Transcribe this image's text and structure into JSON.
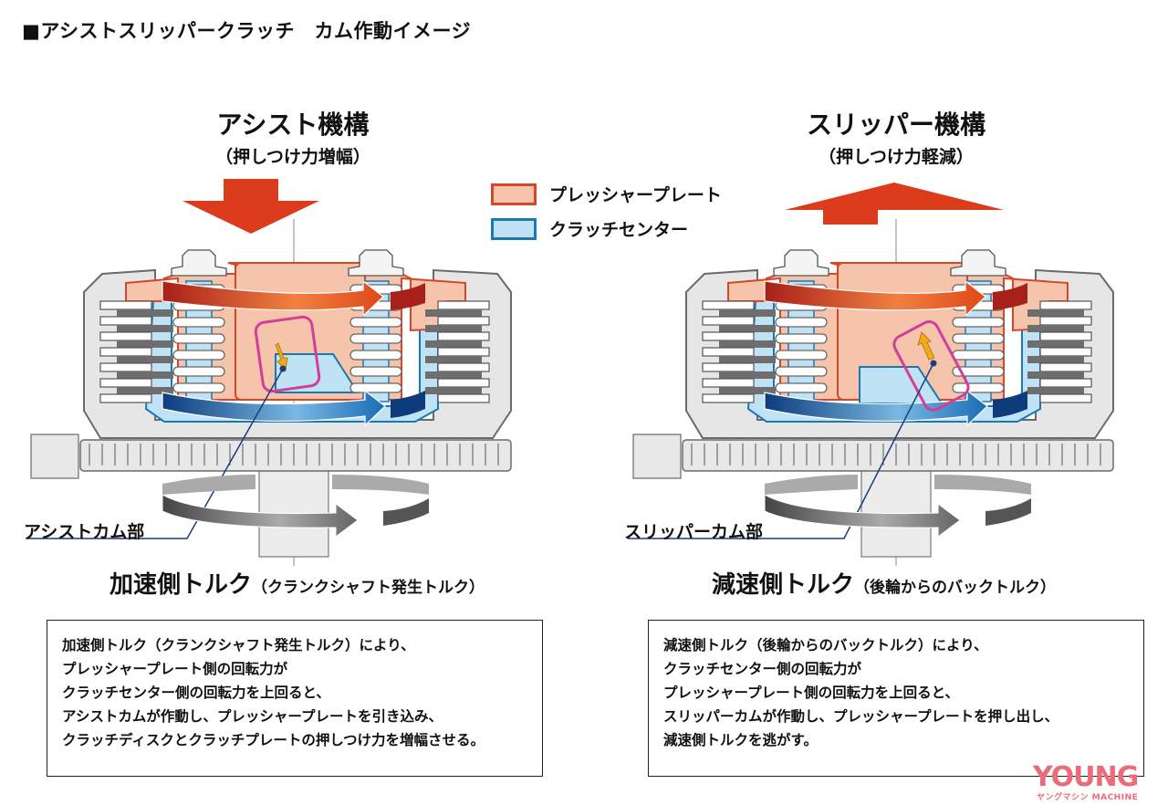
{
  "page": {
    "title": "■アシストスリッパークラッチ　カム作動イメージ"
  },
  "colors": {
    "pressure_plate_fill": "#f6c3ab",
    "pressure_plate_stroke": "#d8462a",
    "clutch_center_fill": "#bfe3f4",
    "clutch_center_stroke": "#1a78b4",
    "force_arrow": "#dc3c1c",
    "cam_highlight": "#d0409a",
    "cam_arrow": "#f0a81c",
    "housing_fill": "#e6e6e6",
    "housing_stroke": "#6a6a6a",
    "leader_line": "#1c3c7c",
    "logo": "#ec6b78"
  },
  "legend": [
    {
      "label": "プレッシャープレート",
      "key": "pressure_plate"
    },
    {
      "label": "クラッチセンター",
      "key": "clutch_center"
    }
  ],
  "assist": {
    "title": "アシスト機構",
    "subtitle": "（押しつけ力増幅）",
    "force_direction": "down",
    "callout": "アシストカム部",
    "torque_main": "加速側トルク",
    "torque_note": "（クランクシャフト発生トルク）",
    "cam_arrow_direction": "down",
    "description": [
      "加速側トルク（クランクシャフト発生トルク）により、",
      "プレッシャープレート側の回転力が",
      "クラッチセンター側の回転力を上回ると、",
      "アシストカムが作動し、プレッシャープレートを引き込み、",
      "クラッチディスクとクラッチプレートの押しつけ力を増幅させる。"
    ]
  },
  "slipper": {
    "title": "スリッパー機構",
    "subtitle": "（押しつけ力軽減）",
    "force_direction": "up",
    "callout": "スリッパーカム部",
    "torque_main": "減速側トルク",
    "torque_note": "（後輪からのバックトルク）",
    "cam_arrow_direction": "up",
    "description": [
      "減速側トルク（後輪からのバックトルク）により、",
      "クラッチセンター側の回転力が",
      "プレッシャープレート側の回転力を上回ると、",
      "スリッパーカムが作動し、プレッシャープレートを押し出し、",
      "減速側トルクを逃がす。"
    ]
  },
  "logo": {
    "main": "YOUNG",
    "sub_jp": "ヤングマシン",
    "sub_en": "MACHINE"
  }
}
